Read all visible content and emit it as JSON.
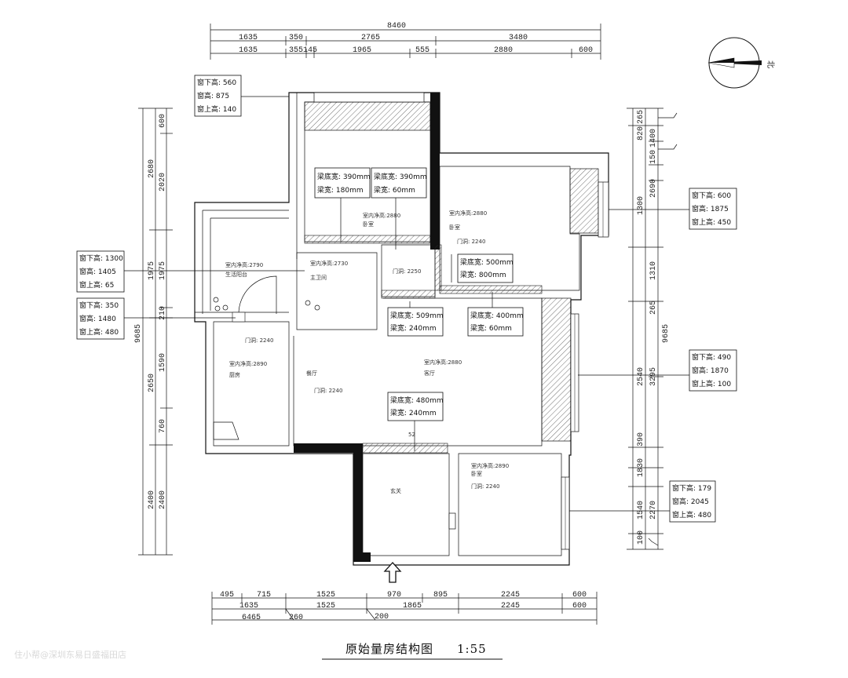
{
  "title": "原始量房结构图",
  "scale": "1:55",
  "watermark": "住小帮@深圳东易日盛福田店",
  "compass_label": "北",
  "dims_top": {
    "overall": "8460",
    "row1": [
      "1635",
      "350",
      "2765",
      "3480"
    ],
    "row2": [
      "1635",
      "355",
      "145",
      "1965",
      "555",
      "2880",
      "600"
    ]
  },
  "dims_bottom": {
    "row1": [
      "495",
      "715",
      "1525",
      "970",
      "895",
      "2245",
      "600"
    ],
    "row2": [
      "1635",
      "1525",
      "1865",
      "2245",
      "600"
    ],
    "overall": "6465",
    "small_a": "260",
    "small_b": "200"
  },
  "dims_left": {
    "outer": [
      "9685"
    ],
    "row1": [
      "2680",
      "1975",
      "2650",
      "2400"
    ],
    "row2": [
      "600",
      "2020",
      "1975",
      "210",
      "1590",
      "760",
      "2400"
    ]
  },
  "dims_right": {
    "row1": [
      "9685"
    ],
    "row2": [
      "2690",
      "1310",
      "265",
      "3295",
      "1830",
      "2270"
    ],
    "row3": [
      "265",
      "820",
      "1400",
      "150",
      "1300",
      "2540",
      "390",
      "1540",
      "100"
    ]
  },
  "rooms": [
    {
      "name": "卧室",
      "ceiling": "室内净高:2880"
    },
    {
      "name": "卧室",
      "ceiling": "室内净高:2880"
    },
    {
      "name": "主卫间",
      "ceiling": "室内净高:2730"
    },
    {
      "name": "生活阳台",
      "ceiling": "室内净高:2790"
    },
    {
      "name": "厨房",
      "ceiling": "室内净高:2890"
    },
    {
      "name": "餐厅",
      "ceiling": ""
    },
    {
      "name": "客厅",
      "ceiling": "室内净高:2880"
    },
    {
      "name": "卧室",
      "ceiling": "室内净高:2890"
    },
    {
      "name": "玄关",
      "ceiling": ""
    }
  ],
  "beam_notes": [
    {
      "line1": "梁底宽: 390mm",
      "line2": "梁宽: 180mm"
    },
    {
      "line1": "梁底宽: 390mm",
      "line2": "梁宽: 60mm"
    },
    {
      "line1": "梁底宽: 500mm",
      "line2": "梁宽: 800mm"
    },
    {
      "line1": "梁底宽: 509mm",
      "line2": "梁宽: 240mm"
    },
    {
      "line1": "梁底宽: 400mm",
      "line2": "梁宽: 60mm"
    },
    {
      "line1": "梁底宽: 480mm",
      "line2": "梁宽: 240mm"
    }
  ],
  "window_notes": [
    {
      "line1": "窗下高: 560",
      "line2": "窗高: 875",
      "line3": "窗上高: 140"
    },
    {
      "line1": "窗下高: 1300",
      "line2": "窗高: 1405",
      "line3": "窗上高: 65"
    },
    {
      "line1": "窗下高: 350",
      "line2": "窗高: 1480",
      "line3": "窗上高: 480"
    },
    {
      "line1": "窗下高: 600",
      "line2": "窗高: 1875",
      "line3": "窗上高: 450"
    },
    {
      "line1": "窗下高: 490",
      "line2": "窗高: 1870",
      "line3": "窗上高: 100"
    },
    {
      "line1": "窗下高: 179",
      "line2": "窗高: 2045",
      "line3": "窗上高: 480"
    }
  ],
  "misc_labels": [
    "门洞: 2240",
    "门洞: 2250",
    "门洞: 2240",
    "门洞: 2240",
    "门洞: 2240",
    "52"
  ]
}
